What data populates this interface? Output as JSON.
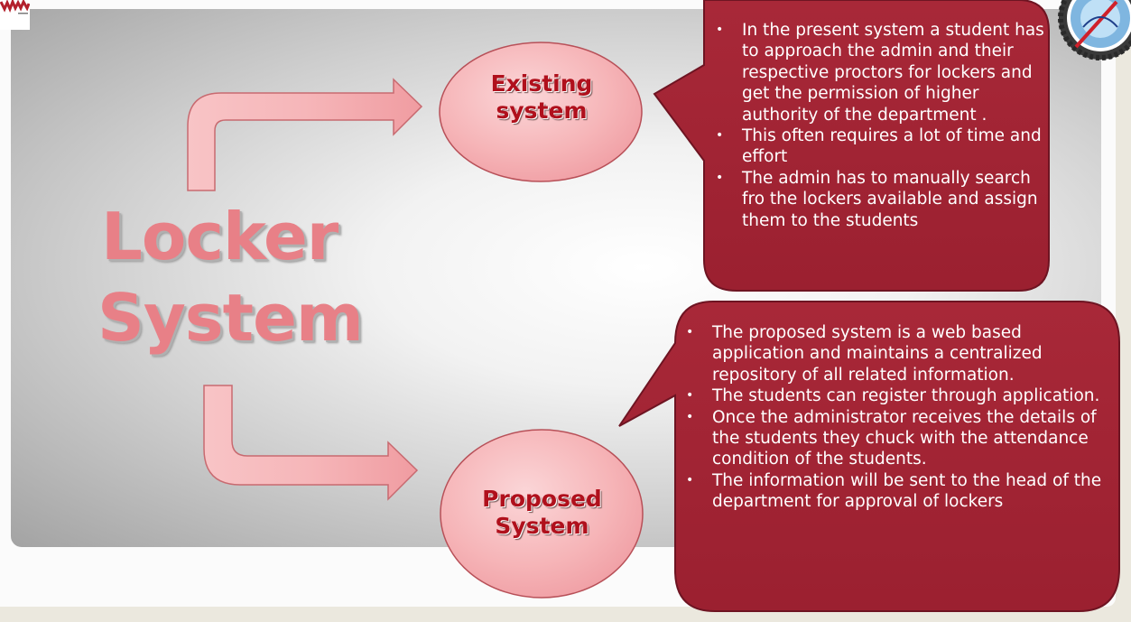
{
  "title": {
    "line1": "Locker",
    "line2": "System"
  },
  "nodes": {
    "existing": {
      "line1": "Existing",
      "line2": "system"
    },
    "proposed": {
      "line1": "Proposed",
      "line2": "System"
    }
  },
  "callouts": {
    "existing_points": [
      "In the present system a student has to approach the admin and their respective proctors for lockers and get the permission of higher authority of the department .",
      "This often requires a lot of time and effort",
      " The admin has to manually search fro the lockers available and assign them to the students"
    ],
    "proposed_points": [
      "The proposed system is a web based application and maintains a centralized repository of all related information.",
      "The students can register through application.",
      "Once the administrator receives the details of the students they chuck with the attendance condition of the students.",
      "The information will be sent to the head of the department for approval of lockers"
    ]
  },
  "colors": {
    "callout_fill": "#a12434",
    "callout_border": "#7a1826",
    "node_fill": "#f4aeb2",
    "node_label": "#b0101c",
    "arrow_fill": "#f3a8ac",
    "title_color": "#e88087"
  },
  "icons": {
    "left_logo": "institution-logo",
    "right_logo": "college-emblem"
  }
}
